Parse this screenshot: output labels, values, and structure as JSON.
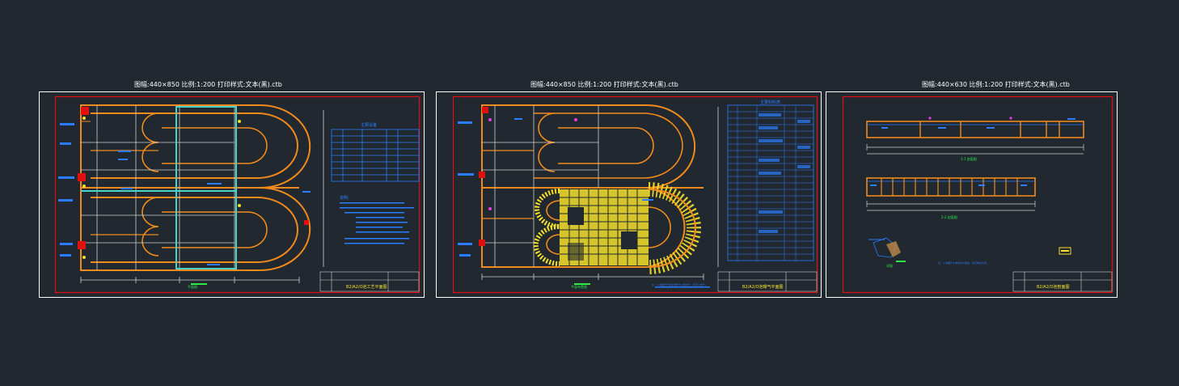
{
  "colors": {
    "background": "#212830",
    "sheet_border": "#ffffff",
    "frame": "#e01010",
    "tank_outline": "#f08a1c",
    "annotation": "#2b7cff",
    "dimension": "#d0d0d0",
    "highlight": "#49d3c8",
    "aeration": "#f5e12a",
    "label_green": "#2ee84a",
    "magenta": "#e040e0"
  },
  "sheets": [
    {
      "title": "图幅:440×850 比例:1:200 打印样式:文本(黑).ctb",
      "plan_label": "平面图",
      "notes_header": "说明:",
      "table_header": "主要设备",
      "title_block_text": "B2/A2/O池工艺平面图"
    },
    {
      "title": "图幅:440×850 比例:1:200 打印样式:文本(黑).ctb",
      "plan_label": "平面布置图",
      "table_header": "主要材料表",
      "note_line": "注：1.本图尺寸除注明外均以毫米计，标高以米计。",
      "title_block_text": "B2/A2/O池曝气平面图"
    },
    {
      "title": "图幅:440×630 比例:1:200 打印样式:文本(黑).ctb",
      "section1_label": "1-1 剖面图",
      "section2_label": "2-2 剖面图",
      "detail_label": "详图",
      "note_line": "注：1.本图尺寸单位均为毫米，标高单位为米。",
      "title_block_text": "B2/A2/O池剖面图"
    }
  ]
}
